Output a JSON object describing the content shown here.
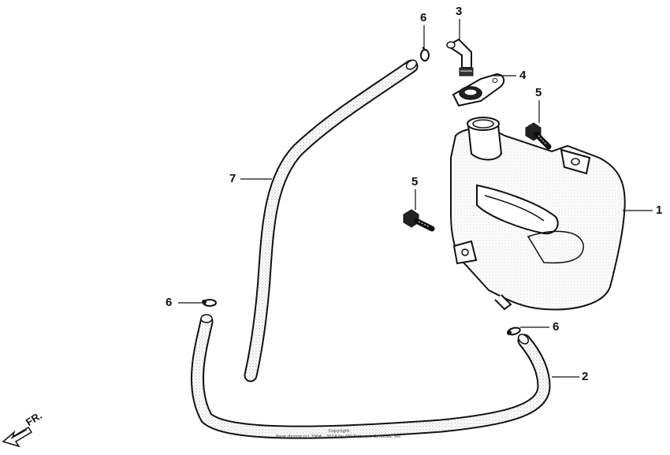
{
  "diagram": {
    "callouts": [
      {
        "id": "tank",
        "label": "1"
      },
      {
        "id": "lower-hose",
        "label": "2"
      },
      {
        "id": "elbow-fitting",
        "label": "3"
      },
      {
        "id": "cap-bracket",
        "label": "4"
      },
      {
        "id": "bolt-upper",
        "label": "5"
      },
      {
        "id": "bolt-lower",
        "label": "5"
      },
      {
        "id": "clip-top",
        "label": "6"
      },
      {
        "id": "clip-left",
        "label": "6"
      },
      {
        "id": "clip-right",
        "label": "6"
      },
      {
        "id": "upper-hose",
        "label": "7"
      }
    ],
    "direction_label": "FR.",
    "copyright_line1": "Copyright",
    "copyright_line2": "Page design (c) 2004 - 2014 by ARI Network Services, Inc."
  }
}
